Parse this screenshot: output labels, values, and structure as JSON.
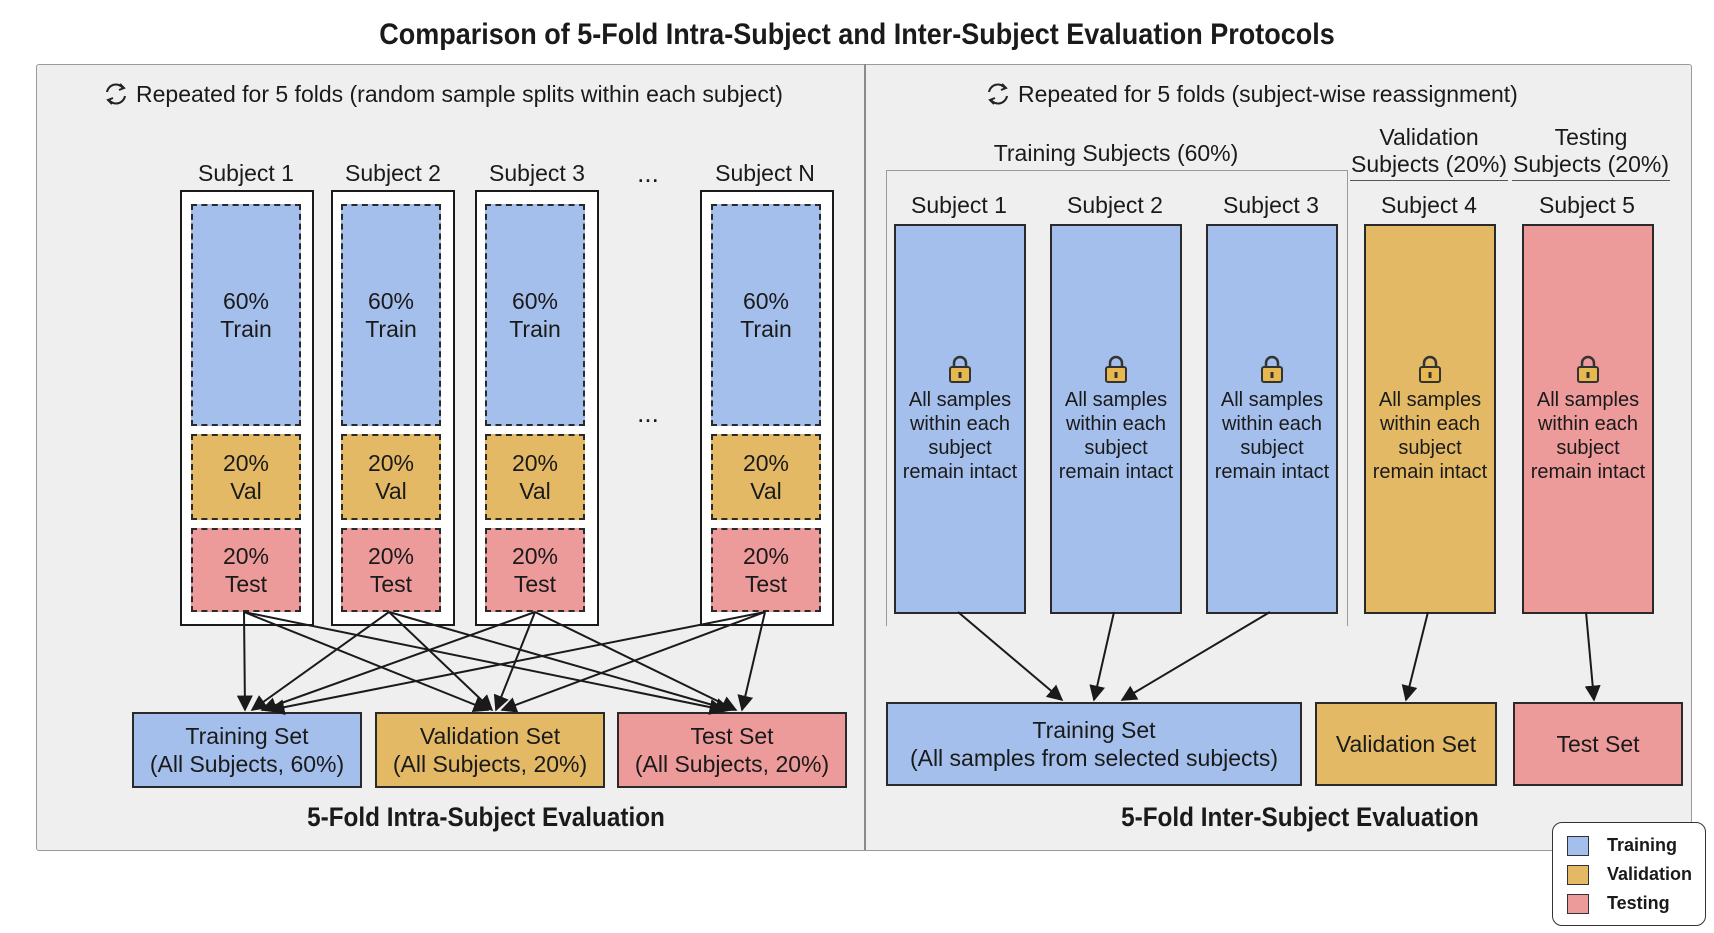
{
  "title": "Comparison of 5-Fold Intra-Subject and Inter-Subject Evaluation Protocols",
  "left": {
    "repeat_text": "Repeated for 5 folds (random sample splits within each subject)",
    "subjects": [
      "Subject 1",
      "Subject 2",
      "Subject 3",
      "Subject N"
    ],
    "ellipsis": "...",
    "train_label": "60%\nTrain",
    "val_label": "20%\nVal",
    "test_label": "20%\nTest",
    "sets": {
      "training": "Training Set\n(All Subjects, 60%)",
      "validation": "Validation Set\n(All Subjects, 20%)",
      "test": "Test Set\n(All Subjects, 20%)"
    },
    "section_label": "5-Fold Intra-Subject Evaluation"
  },
  "right": {
    "repeat_text": "Repeated for 5 folds (subject-wise reassignment)",
    "groups": {
      "training": "Training Subjects (60%)",
      "validation": "Validation\nSubjects (20%)",
      "testing": "Testing\nSubjects (20%)"
    },
    "subjects": [
      "Subject 1",
      "Subject 2",
      "Subject 3",
      "Subject 4",
      "Subject 5"
    ],
    "intact_text": "All samples\nwithin each\nsubject\nremain intact",
    "sets": {
      "training": "Training Set\n(All samples from selected subjects)",
      "validation": "Validation Set",
      "test": "Test Set"
    },
    "section_label": "5-Fold Inter-Subject Evaluation"
  },
  "legend": [
    "Training",
    "Validation",
    "Testing"
  ],
  "colors": {
    "training": "#a4bfec",
    "validation": "#e3b965",
    "testing": "#ec9a9a"
  },
  "icons": {
    "repeat": "repeat-icon",
    "lock": "lock-icon"
  }
}
